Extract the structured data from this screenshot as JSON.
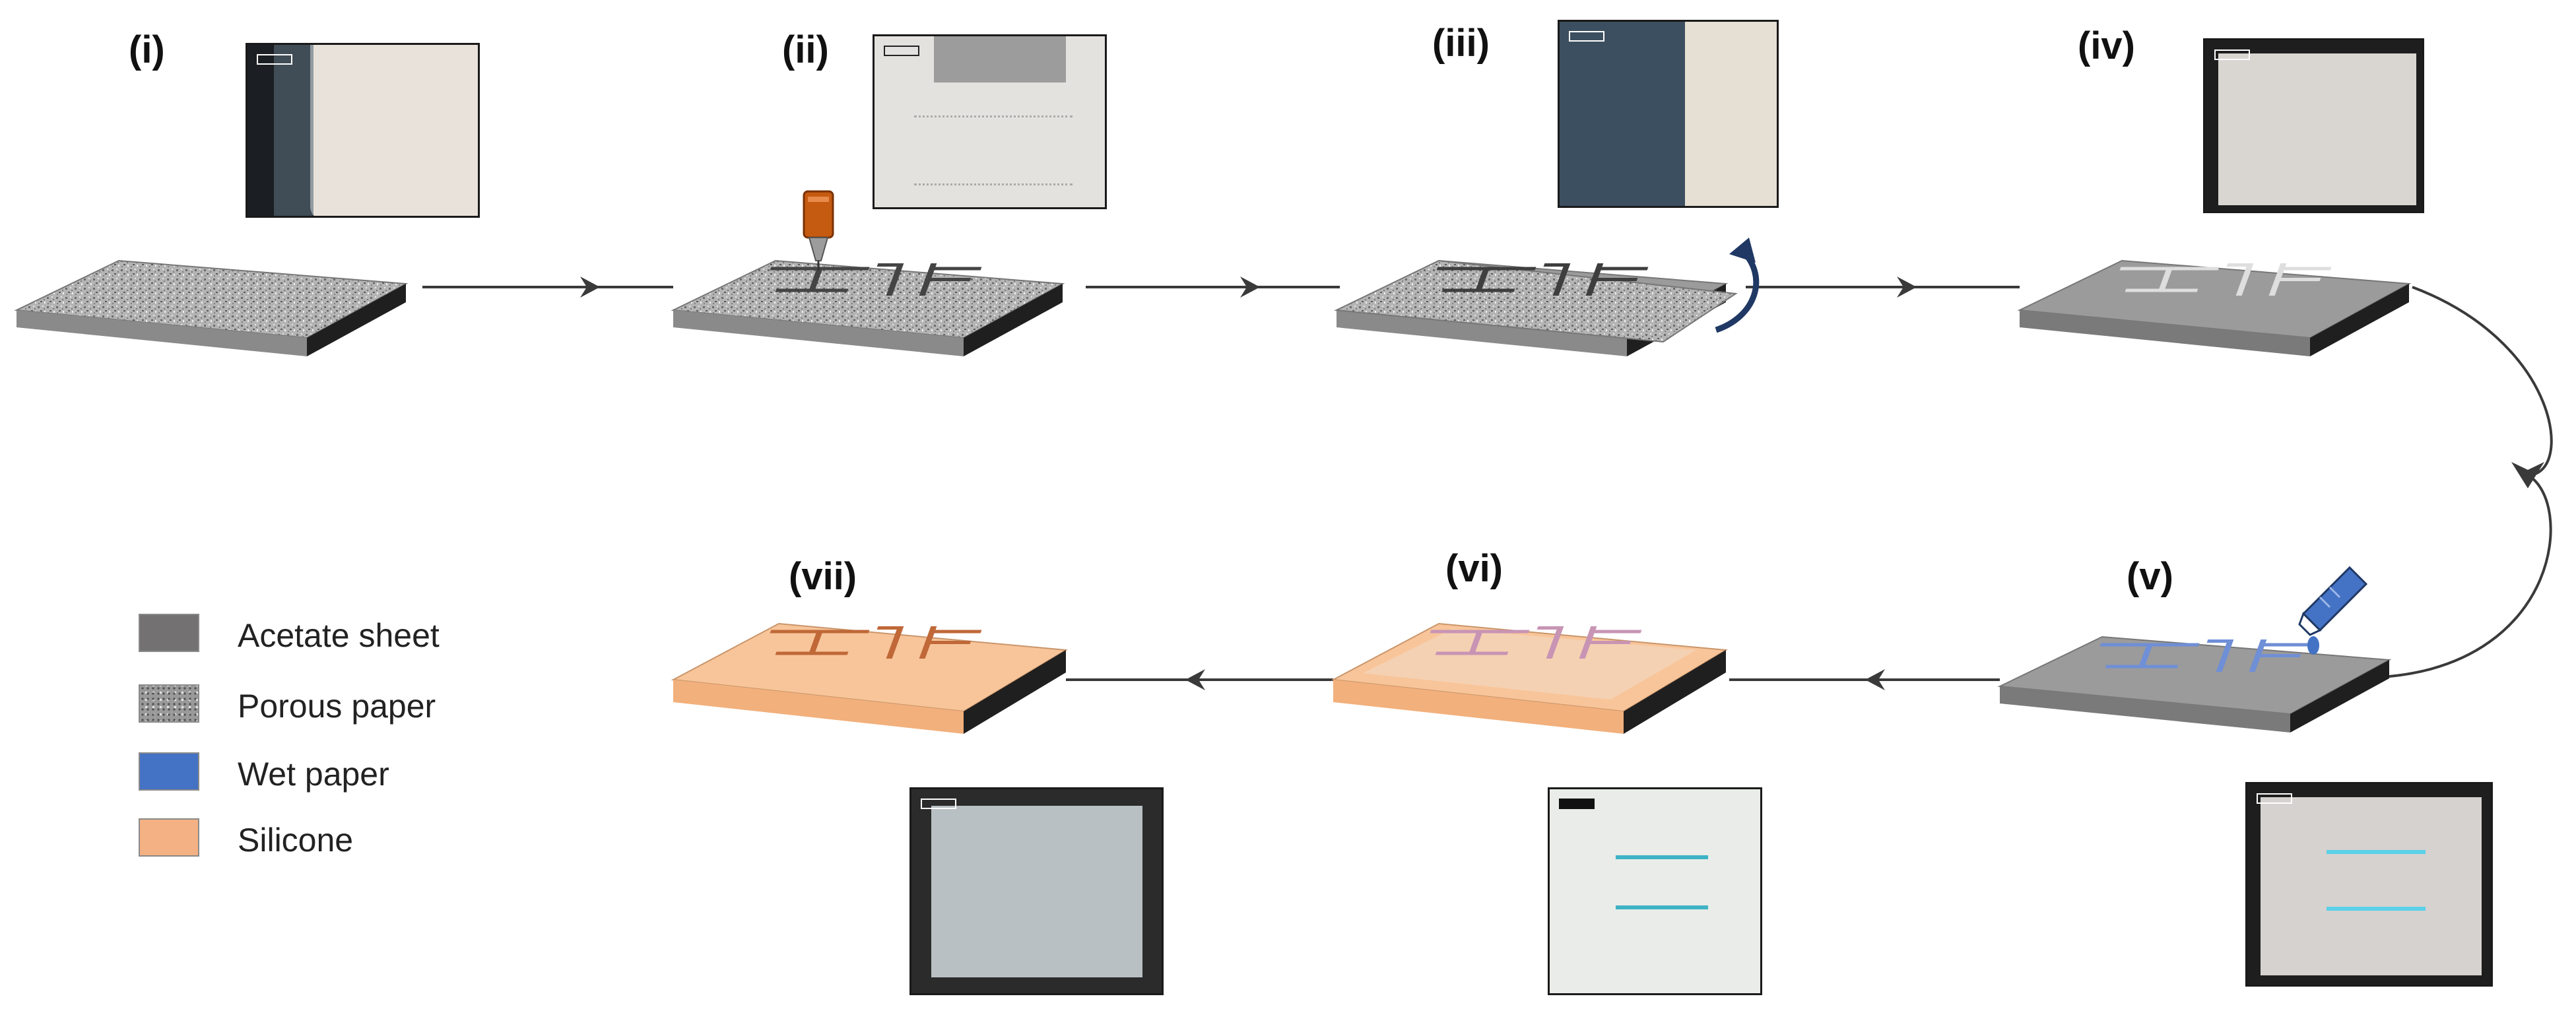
{
  "steps": {
    "i": "(i)",
    "ii": "(ii)",
    "iii": "(iii)",
    "iv": "(iv)",
    "v": "(v)",
    "vi": "(vi)",
    "vii": "(vii)"
  },
  "legend": [
    {
      "label": "Acetate sheet",
      "color": "#737172",
      "pattern": "solid"
    },
    {
      "label": "Porous paper",
      "color": "#9a9a9a",
      "pattern": "speckle"
    },
    {
      "label": "Wet paper",
      "color": "#4472c4",
      "pattern": "solid"
    },
    {
      "label": "Silicone",
      "color": "#f4b183",
      "pattern": "solid"
    }
  ],
  "colors": {
    "acetate_top": "#9b9b9b",
    "acetate_side": "#1f1f1f",
    "paper": "#b3b3b3",
    "channel_dark": "#505050",
    "channel_light": "#e2e2e2",
    "wet": "#6f8fd6",
    "silicone_top": "#f8c59a",
    "silicone_side": "#222222",
    "embedded": "#c894b4",
    "cut_channel": "#c06838",
    "arrow": "#333333",
    "cutter_tool": "#c55a11",
    "pipette": "#4472c4"
  },
  "icons": [
    "cutter-tool-icon",
    "peel-arrow-icon",
    "pipette-icon",
    "scale-bar-icon"
  ]
}
